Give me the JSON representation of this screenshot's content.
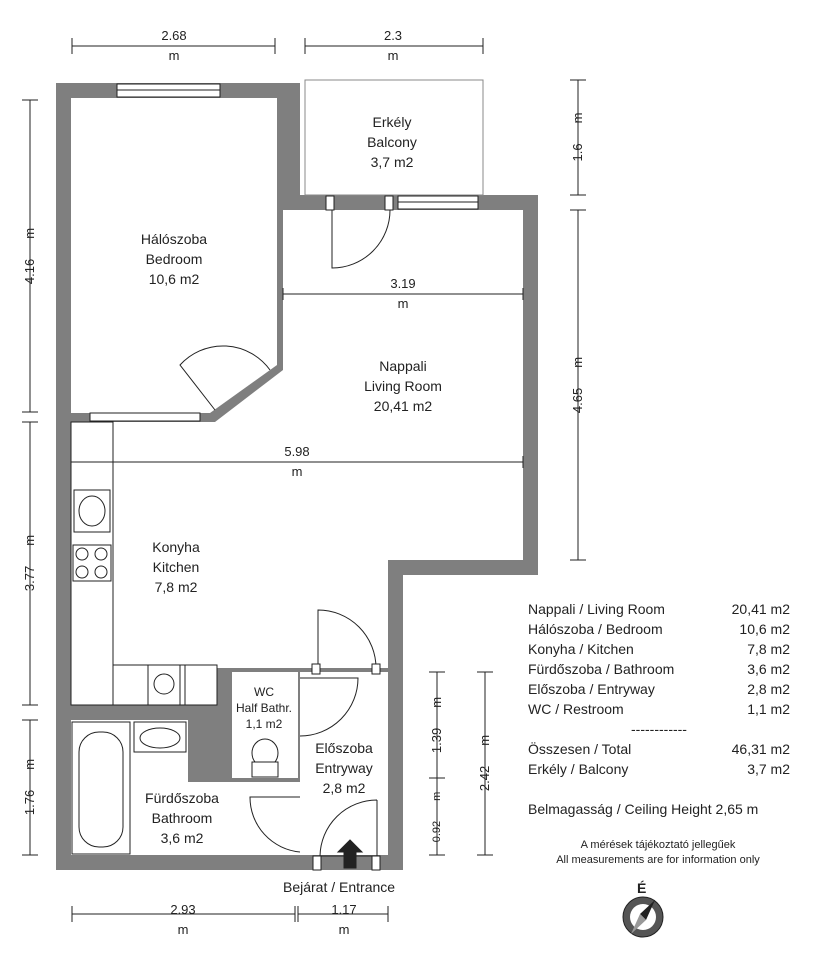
{
  "rooms": {
    "balcony": {
      "hu": "Erkély",
      "en": "Balcony",
      "area": "3,7 m2"
    },
    "bedroom": {
      "hu": "Hálószoba",
      "en": "Bedroom",
      "area": "10,6 m2"
    },
    "living": {
      "hu": "Nappali",
      "en": "Living Room",
      "area": "20,41 m2"
    },
    "kitchen": {
      "hu": "Konyha",
      "en": "Kitchen",
      "area": "7,8 m2"
    },
    "wc": {
      "hu": "WC",
      "en": "Half Bathr.",
      "area": "1,1 m2"
    },
    "entry": {
      "hu": "Előszoba",
      "en": "Entryway",
      "area": "2,8 m2"
    },
    "bath": {
      "hu": "Fürdőszoba",
      "en": "Bathroom",
      "area": "3,6 m2"
    }
  },
  "dims": {
    "unit": "m",
    "top1": "2.68",
    "top2": "2.3",
    "left1": "4.16",
    "left2": "3.77",
    "left3": "1.76",
    "right1": "1.6",
    "right2": "4.65",
    "inner1": "3.19",
    "inner2": "5.98",
    "e1": "1.39",
    "e2": "0.92",
    "e3": "2.42",
    "bottom1": "2.93",
    "bottom2": "1.17"
  },
  "entrance": "Bejárat / Entrance",
  "compass": "É",
  "legend": {
    "rows": [
      {
        "label": "Nappali / Living Room",
        "value": "20,41 m2"
      },
      {
        "label": "Hálószoba / Bedroom",
        "value": "10,6 m2"
      },
      {
        "label": "Konyha / Kitchen",
        "value": "7,8 m2"
      },
      {
        "label": "Fürdőszoba / Bathroom",
        "value": "3,6 m2"
      },
      {
        "label": "Előszoba / Entryway",
        "value": "2,8 m2"
      },
      {
        "label": "WC / Restroom",
        "value": "1,1 m2"
      }
    ],
    "separator": "------------",
    "total": {
      "label": "Összesen / Total",
      "value": "46,31 m2"
    },
    "balcony": {
      "label": "Erkély / Balcony",
      "value": "3,7 m2"
    },
    "ceiling": "Belmagasság / Ceiling Height 2,65 m",
    "note_hu": "A mérések tájékoztató jellegűek",
    "note_en": "All measurements are for information only"
  }
}
